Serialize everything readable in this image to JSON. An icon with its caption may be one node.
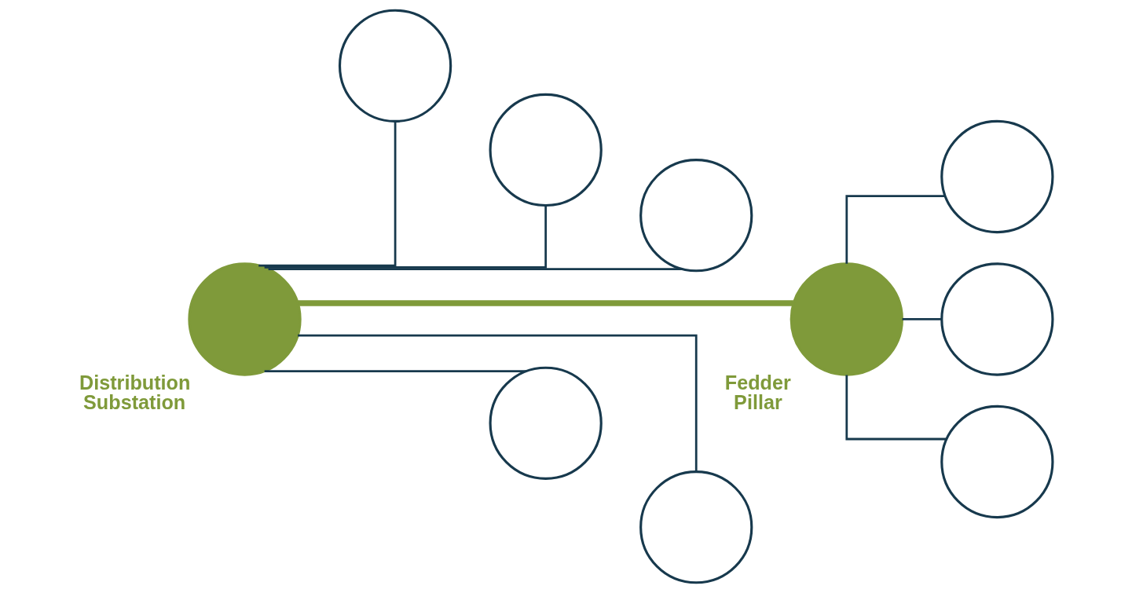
{
  "diagram": {
    "nodes": [
      {
        "text": [
          "Distribution Substation"
        ]
      },
      {
        "text": [],
        "shape": "circle"
      },
      {
        "text": [],
        "shape": "circle"
      },
      {
        "text": [],
        "shape": "circle"
      },
      {
        "text": [],
        "shape": "circle"
      },
      {
        "text": [],
        "shape": "circle"
      },
      {
        "text": [
          "Fedder Pillar"
        ]
      },
      {
        "text": [],
        "shape": "circle"
      },
      {
        "text": [],
        "shape": "circle"
      },
      {
        "text": [],
        "shape": "circle"
      }
    ],
    "edges": [
      {
        "from": 0,
        "to": 1,
        "arrow": "none"
      },
      {
        "from": 0,
        "to": 2,
        "arrow": "none"
      },
      {
        "from": 0,
        "to": 3,
        "arrow": "none"
      },
      {
        "from": 0,
        "to": 6,
        "arrow": "none",
        "style": "thick",
        "color": "#7f9a3a"
      },
      {
        "from": 0,
        "to": 4,
        "arrow": "none"
      },
      {
        "from": 0,
        "to": 5,
        "arrow": "none"
      },
      {
        "from": 6,
        "to": 7,
        "arrow": "none"
      },
      {
        "from": 6,
        "to": 8,
        "arrow": "none"
      },
      {
        "from": 6,
        "to": 9,
        "arrow": "none"
      }
    ]
  }
}
